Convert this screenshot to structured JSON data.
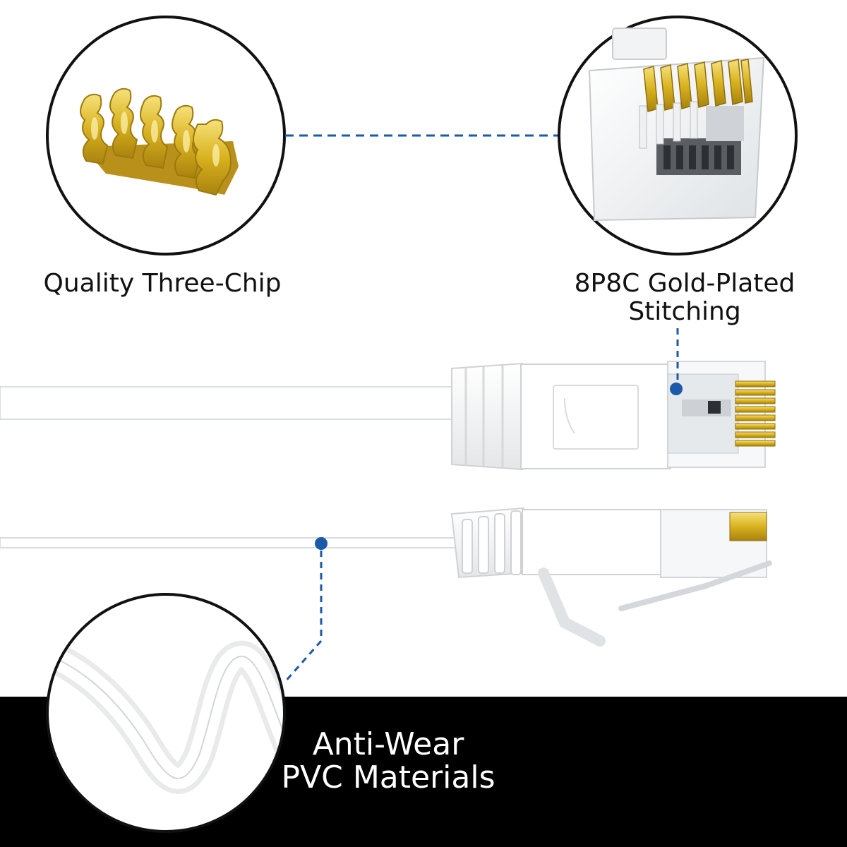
{
  "features": {
    "chip": {
      "label": "Quality Three-Chip"
    },
    "plated": {
      "line1": "8P8C Gold-Plated",
      "line2": "Stitching"
    },
    "wear": {
      "line1": "Anti-Wear",
      "line2": "PVC Materials"
    }
  },
  "icons": {
    "chip": "gold-contact-chip-icon",
    "connector_closeup": "rj45-connector-closeup-icon",
    "flat_cable": "flat-cable-twist-icon",
    "plug_top": "rj45-plug-top-view-icon",
    "plug_side": "rj45-plug-side-view-icon"
  },
  "colors": {
    "accent": "#1a5aa8",
    "gold": "#d9b21f",
    "band": "#000000",
    "band_text": "#ffffff",
    "text": "#111111"
  }
}
